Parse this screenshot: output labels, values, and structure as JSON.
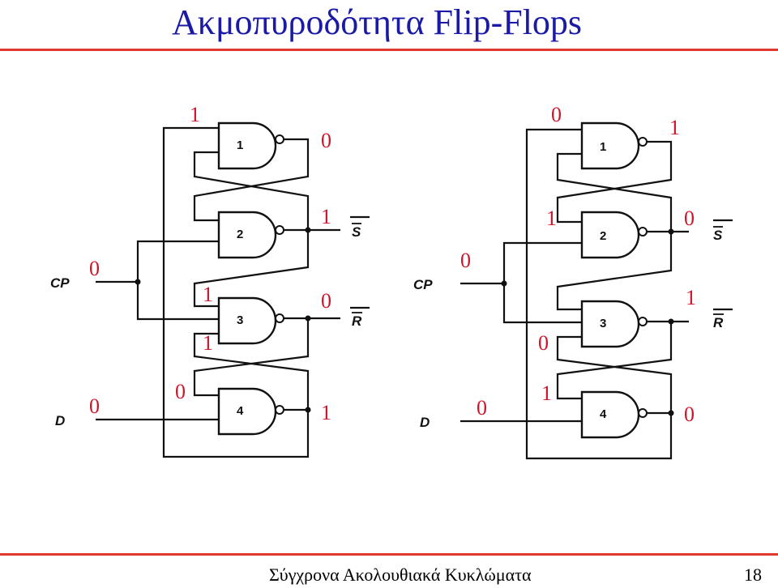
{
  "slide": {
    "title": "Ακμοπυροδότητα Flip-Flops",
    "footer": "Σύγχρονα Ακολουθιακά Κυκλώματα",
    "page": "18"
  },
  "gate_numbers": [
    "1",
    "2",
    "3",
    "4"
  ],
  "signals": {
    "cp": "CP",
    "d": "D",
    "s": "S",
    "r": "R"
  },
  "left_circuit": {
    "top_input": "1",
    "gate1_out": "0",
    "gate2_out": "1",
    "cp": "0",
    "gate3_in_top": "1",
    "gate3_in_bottom": "1",
    "gate3_out": "0",
    "gate4_in": "0",
    "d": "0",
    "gate4_out": "1"
  },
  "right_circuit": {
    "top_input": "0",
    "gate1_out": "1",
    "gate2_in": "1",
    "gate2_out": "0",
    "cp": "0",
    "gate3_out": "1",
    "gate3_in_bottom": "0",
    "gate4_in": "1",
    "d": "0",
    "gate4_out": "0"
  },
  "colors": {
    "title": "#1a1aa6",
    "rule": "#e03a2f",
    "logic_value": "#d2142b"
  }
}
